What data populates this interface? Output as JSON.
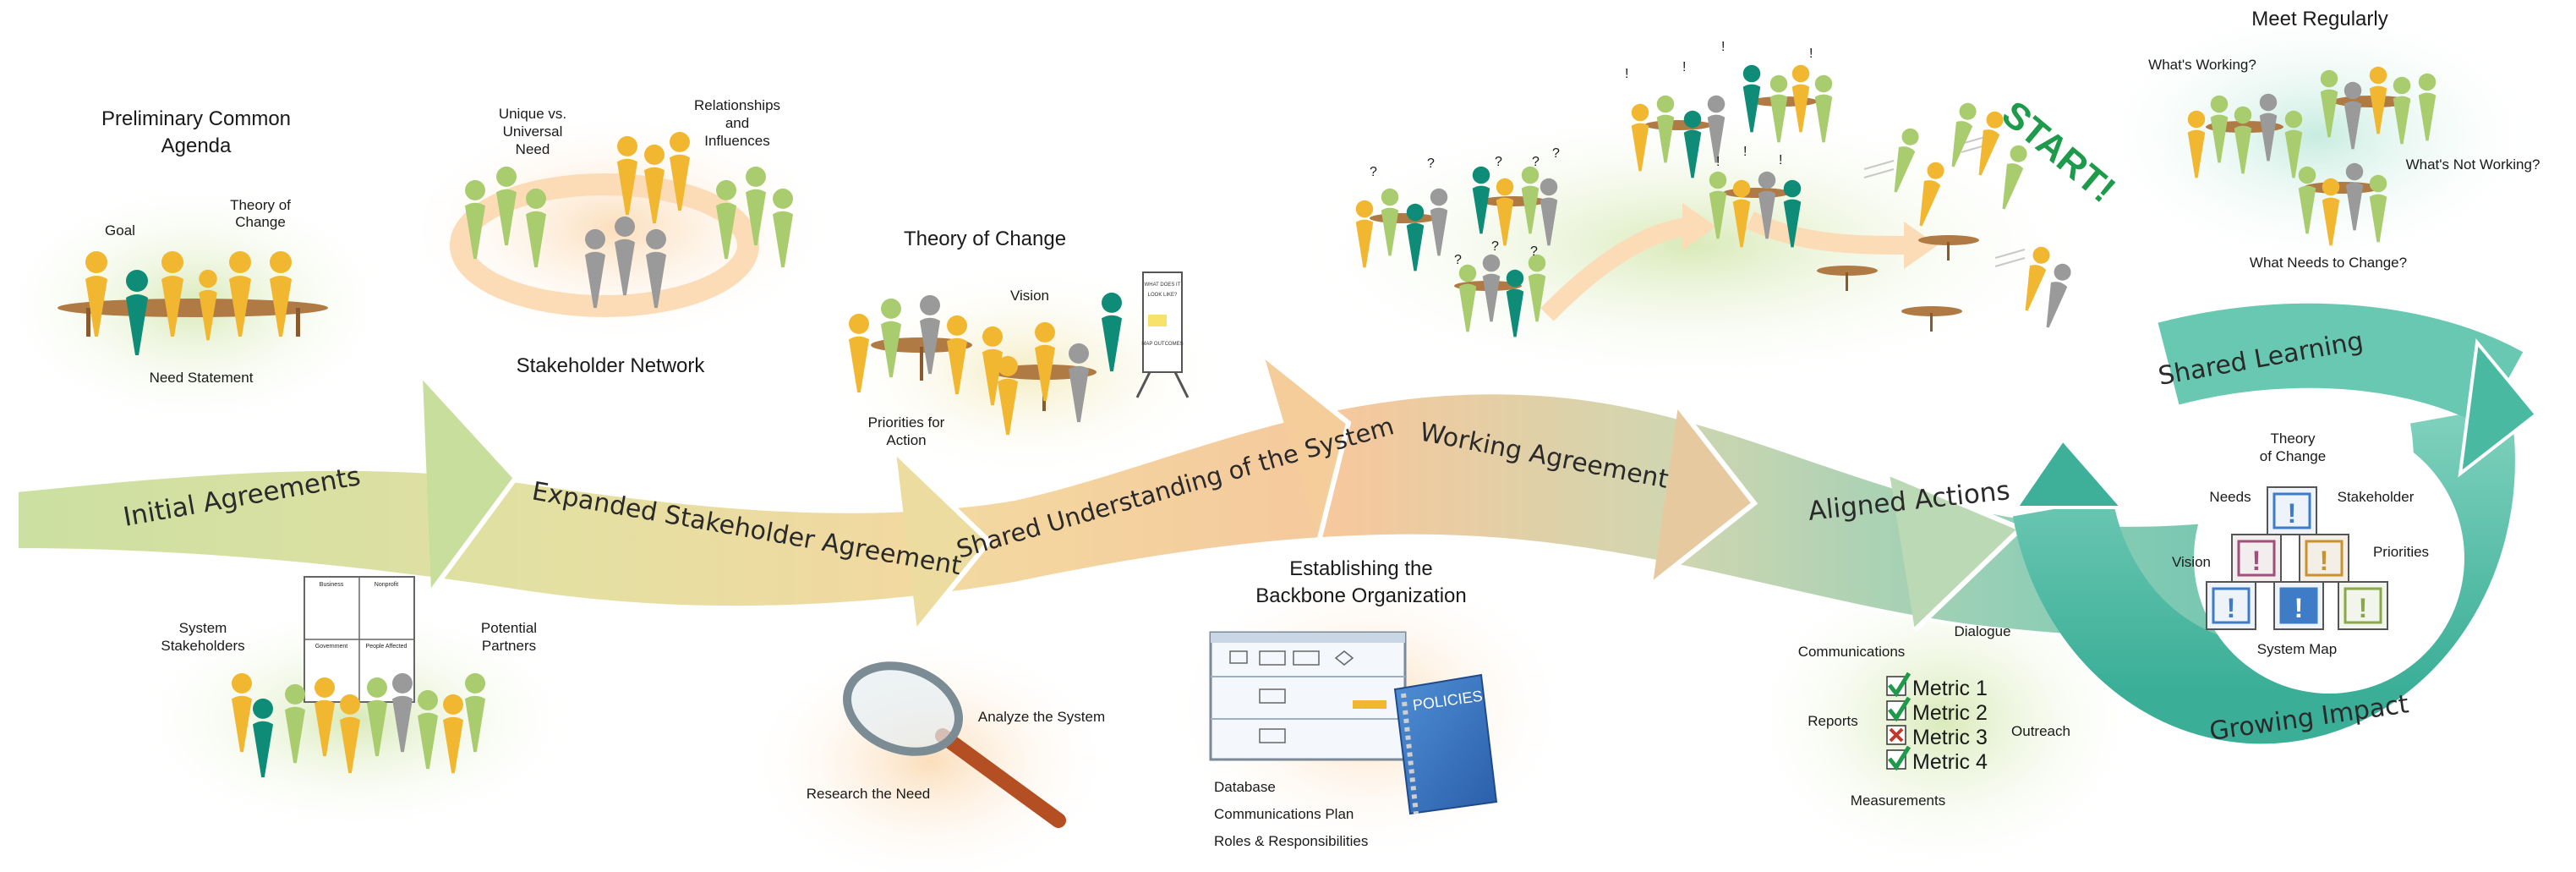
{
  "stages": [
    "Initial Agreements",
    "Expanded Stakeholder Agreement",
    "Shared Understanding of the System",
    "Working Agreement",
    "Aligned Actions"
  ],
  "loop": {
    "top": "Shared Learning",
    "bottom": "Growing Impact"
  },
  "preliminary": {
    "title_line1": "Preliminary Common",
    "title_line2": "Agenda",
    "goal": "Goal",
    "toc_line1": "Theory of",
    "toc_line2": "Change",
    "need": "Need Statement"
  },
  "network": {
    "unique_line1": "Unique vs.",
    "unique_line2": "Universal",
    "unique_line3": "Need",
    "rel_line1": "Relationships",
    "rel_line2": "and",
    "rel_line3": "Influences",
    "title": "Stakeholder Network"
  },
  "toc": {
    "title": "Theory of Change",
    "vision": "Vision",
    "priorities_line1": "Priorities for",
    "priorities_line2": "Action",
    "flip_line1": "WHAT DOES IT",
    "flip_line2": "LOOK LIKE?",
    "flip_line3": "MAP OUTCOMES"
  },
  "stakeholders": {
    "system_line1": "System",
    "system_line2": "Stakeholders",
    "partners_line1": "Potential",
    "partners_line2": "Partners",
    "table": {
      "headers": [
        "Business",
        "Nonprofit",
        "Government",
        "People Affected"
      ]
    }
  },
  "research": {
    "analyze": "Analyze the System",
    "research": "Research the Need"
  },
  "backbone": {
    "title_line1": "Establishing the",
    "title_line2": "Backbone Organization",
    "policies": "POLICIES",
    "items": [
      "Database",
      "Communications Plan",
      "Roles & Responsibilities"
    ]
  },
  "start_sign": "START!",
  "meet": {
    "title": "Meet Regularly",
    "working": "What's Working?",
    "not_working": "What's Not Working?",
    "change": "What Needs to Change?"
  },
  "aligned": {
    "dialogue": "Dialogue",
    "communications": "Communications",
    "reports": "Reports",
    "outreach": "Outreach",
    "measurements": "Measurements",
    "metrics": [
      {
        "label": "Metric 1",
        "status": "check"
      },
      {
        "label": "Metric 2",
        "status": "check"
      },
      {
        "label": "Metric 3",
        "status": "cross"
      },
      {
        "label": "Metric 4",
        "status": "check"
      }
    ]
  },
  "blocks": {
    "toc_line1": "Theory",
    "toc_line2": "of Change",
    "needs": "Needs",
    "stakeholder": "Stakeholder",
    "priorities": "Priorities",
    "vision": "Vision",
    "system_map": "System Map"
  },
  "marks": {
    "question": "?",
    "exclaim": "!"
  },
  "colors": {
    "yellow": "#f2b731",
    "green": "#a8cc6e",
    "teal": "#0e8c78",
    "gray": "#9a9a9a",
    "table": "#b07a45",
    "arrow_green": "#c8dea0",
    "arrow_yellow": "#e9dfa0",
    "arrow_orange": "#f6cf98",
    "loop_teal": "#46b8a1",
    "sign_green": "#1d9a4a"
  }
}
